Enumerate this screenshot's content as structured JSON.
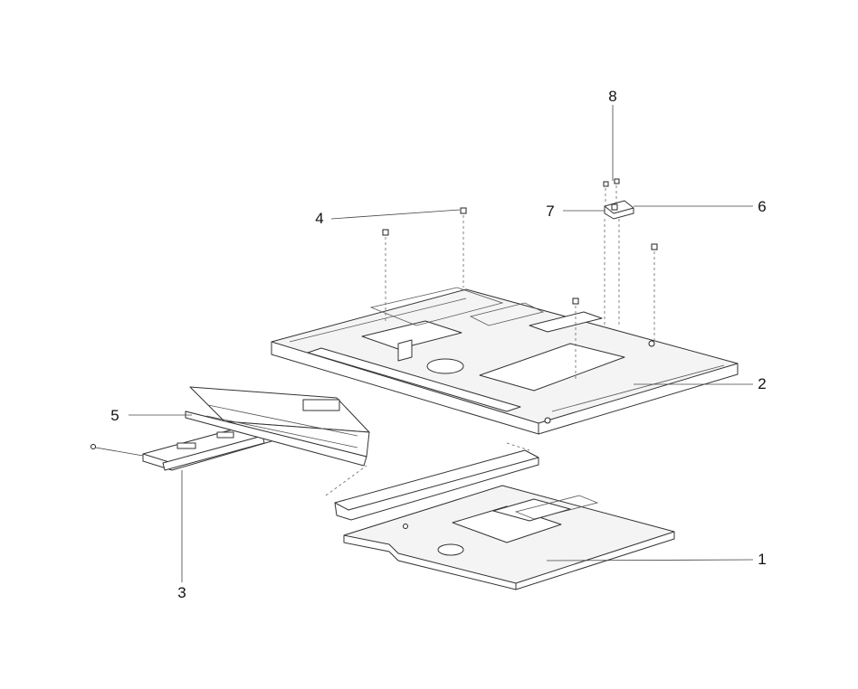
{
  "callouts": {
    "label_1": "1",
    "label_2": "2",
    "label_3": "3",
    "label_4": "4",
    "label_5": "5",
    "label_6": "6",
    "label_7": "7",
    "label_8": "8"
  },
  "colors": {
    "background": "#ffffff",
    "line": "#333333"
  }
}
